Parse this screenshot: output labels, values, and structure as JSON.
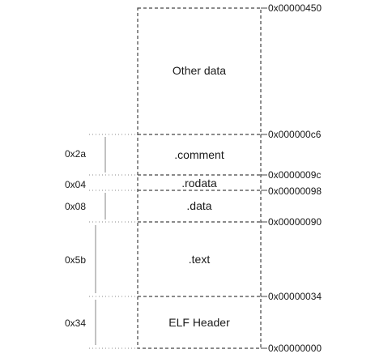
{
  "sections": [
    {
      "label": "Other data",
      "size": "",
      "start_addr": "0x000000c6",
      "end_addr": "0x00000450"
    },
    {
      "label": ".comment",
      "size": "0x2a",
      "start_addr": "0x0000009c",
      "end_addr": "0x000000c6"
    },
    {
      "label": ".rodata",
      "size": "0x04",
      "start_addr": "0x00000098",
      "end_addr": "0x0000009c"
    },
    {
      "label": ".data",
      "size": "0x08",
      "start_addr": "0x00000090",
      "end_addr": "0x00000098"
    },
    {
      "label": ".text",
      "size": "0x5b",
      "start_addr": "0x00000034",
      "end_addr": "0x00000090"
    },
    {
      "label": "ELF Header",
      "size": "0x34",
      "start_addr": "0x00000000",
      "end_addr": "0x00000034"
    }
  ],
  "addresses": [
    "0x00000450",
    "0x000000c6",
    "0x0000009c",
    "0x00000098",
    "0x00000090",
    "0x00000034",
    "0x00000000"
  ],
  "colors": {
    "line": "#444444",
    "text": "#1a1a1a"
  }
}
